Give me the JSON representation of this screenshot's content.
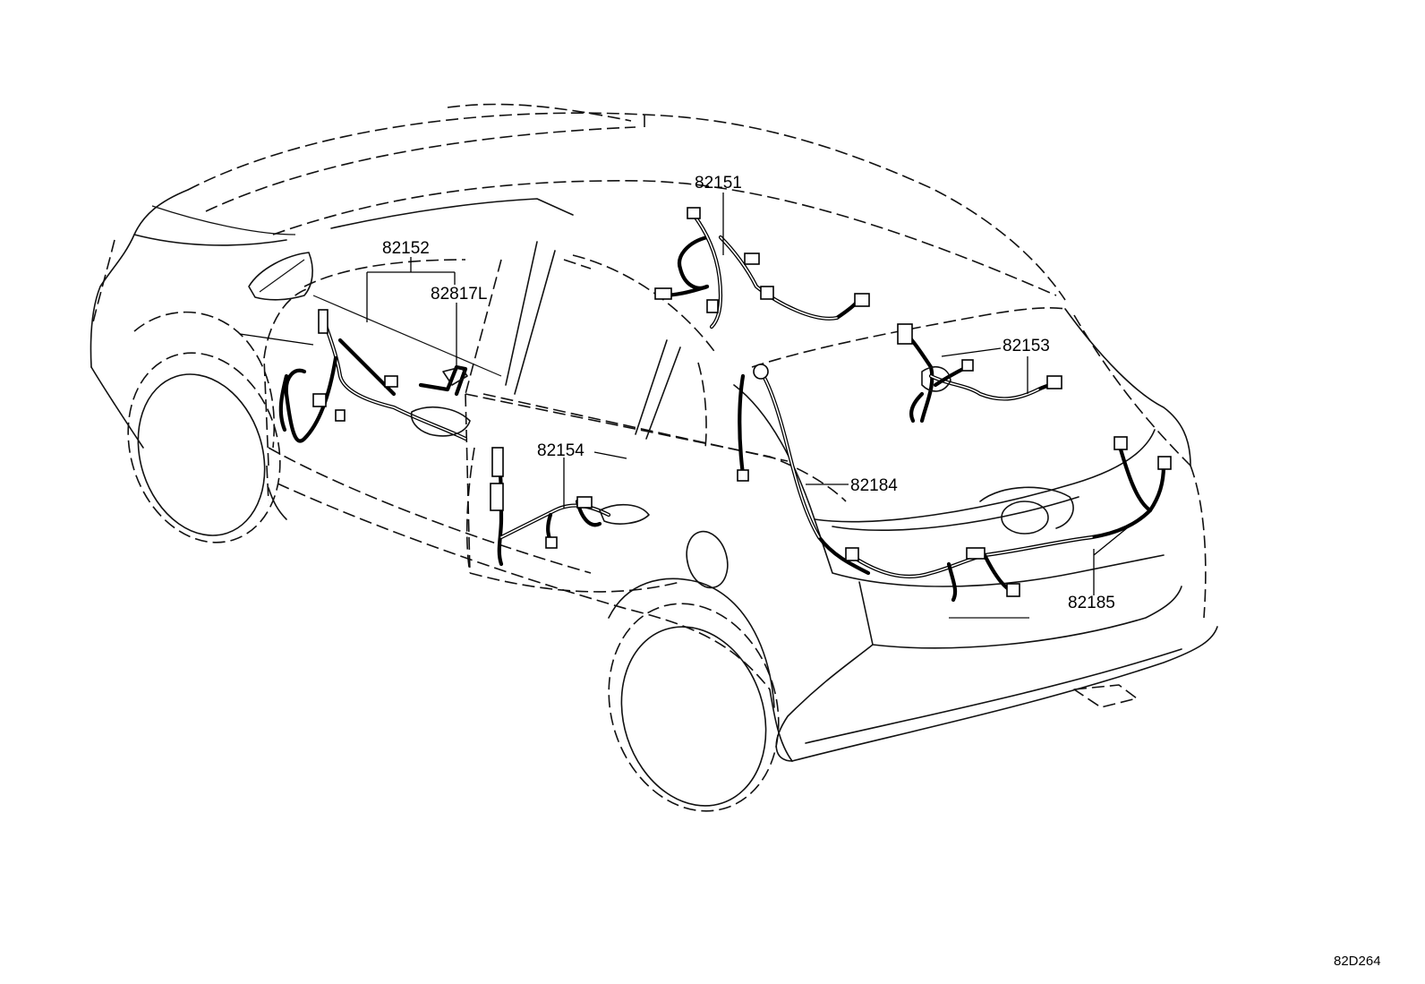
{
  "parts": [
    {
      "id": "82151",
      "label": "82151"
    },
    {
      "id": "82152",
      "label": "82152"
    },
    {
      "id": "82817L",
      "label": "82817L"
    },
    {
      "id": "82153",
      "label": "82153"
    },
    {
      "id": "82154",
      "label": "82154"
    },
    {
      "id": "82184",
      "label": "82184"
    },
    {
      "id": "82185",
      "label": "82185"
    }
  ],
  "diagram_code": "82D264"
}
